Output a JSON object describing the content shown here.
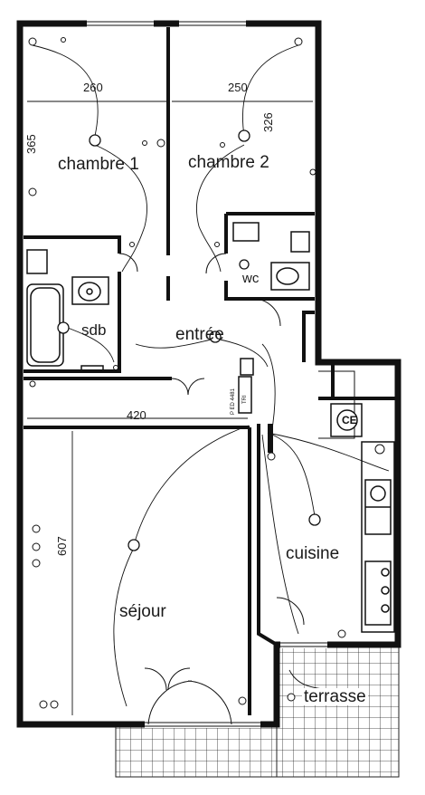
{
  "rooms": {
    "chambre1": "chambre 1",
    "chambre2": "chambre 2",
    "wc": "wc",
    "sdb": "sdb",
    "entree": "entrée",
    "sejour": "séjour",
    "cuisine": "cuisine",
    "terrasse": "terrasse"
  },
  "dimensions": {
    "chambre1_width": "260",
    "chambre2_width": "250",
    "chambre1_depth": "365",
    "chambre2_depth": "326",
    "entree_width": "420",
    "sejour_depth": "607"
  },
  "equipment": {
    "ce": "CE",
    "tri": "TRI",
    "panel": "P ED 4481"
  }
}
